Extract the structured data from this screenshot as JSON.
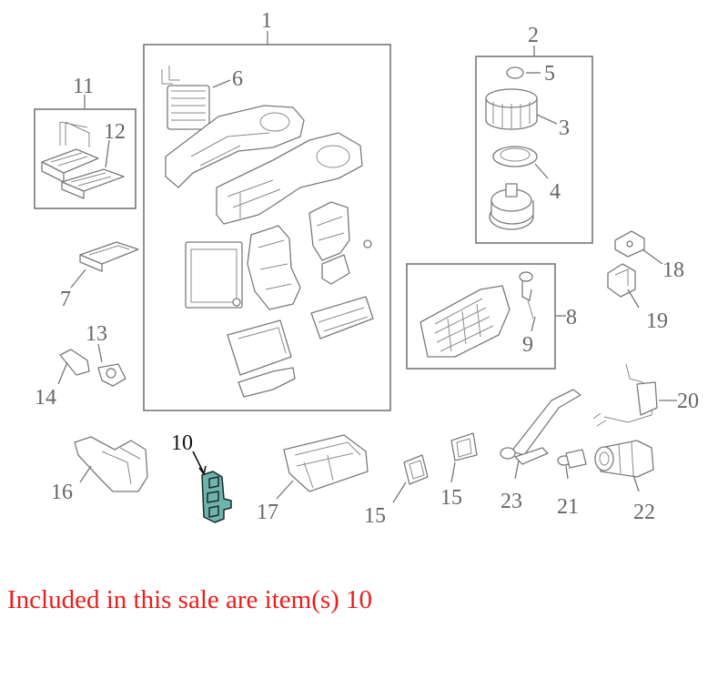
{
  "callouts": {
    "c1": "1",
    "c2": "2",
    "c3": "3",
    "c4": "4",
    "c5": "5",
    "c6": "6",
    "c7": "7",
    "c8": "8",
    "c9": "9",
    "c10": "10",
    "c11": "11",
    "c12": "12",
    "c13": "13",
    "c14": "14",
    "c15a": "15",
    "c15b": "15",
    "c16": "16",
    "c17": "17",
    "c18": "18",
    "c19": "19",
    "c20": "20",
    "c21": "21",
    "c22": "22",
    "c23": "23"
  },
  "highlight": {
    "item": "10",
    "fill": "#6fb3ad"
  },
  "caption": "Included in this sale are item(s) 10",
  "caption_color": "#ee1c1c"
}
